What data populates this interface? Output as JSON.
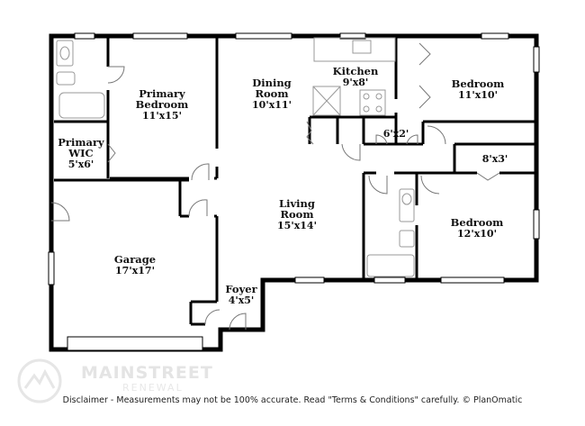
{
  "rooms": {
    "primary_bedroom": {
      "name_line1": "Primary",
      "name_line2": "Bedroom",
      "dims": "11'x15'"
    },
    "primary_wic": {
      "name_line1": "Primary",
      "name_line2": "WIC",
      "dims": "5'x6'"
    },
    "dining_room": {
      "name_line1": "Dining",
      "name_line2": "Room",
      "dims": "10'x11'"
    },
    "kitchen": {
      "name": "Kitchen",
      "dims": "9'x8'"
    },
    "bedroom_1": {
      "name": "Bedroom",
      "dims": "11'x10'"
    },
    "hall_closet": {
      "dims": "6'x2'"
    },
    "closet_2": {
      "dims": "8'x3'"
    },
    "living_room": {
      "name_line1": "Living",
      "name_line2": "Room",
      "dims": "15'x14'"
    },
    "bedroom_2": {
      "name": "Bedroom",
      "dims": "12'x10'"
    },
    "garage": {
      "name": "Garage",
      "dims": "17'x17'"
    },
    "foyer": {
      "name": "Foyer",
      "dims": "4'x5'"
    }
  },
  "watermark": {
    "main": "MAINSTREET",
    "sub": "RENEWAL"
  },
  "disclaimer": "Disclaimer - Measurements may not be 100% accurate. Read \"Terms & Conditions\" carefully. © PlanOmatic",
  "colors": {
    "wall": "#000000",
    "fixture": "#9a9a9a",
    "background": "#ffffff"
  }
}
